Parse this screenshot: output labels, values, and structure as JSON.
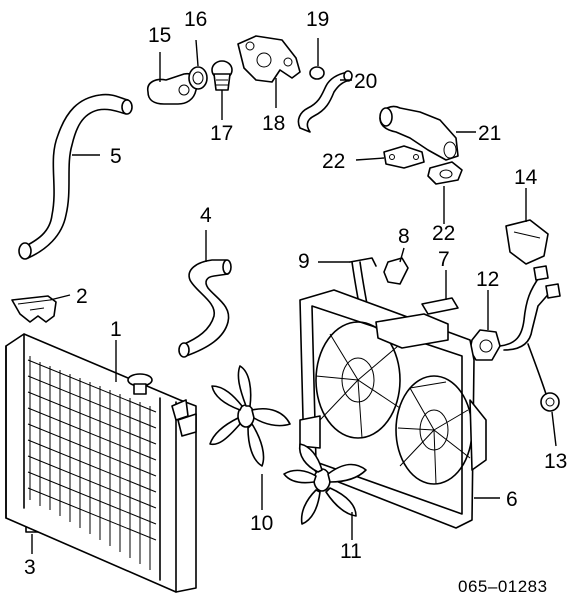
{
  "diagram": {
    "callouts": [
      "1",
      "2",
      "3",
      "4",
      "5",
      "6",
      "7",
      "8",
      "9",
      "10",
      "11",
      "12",
      "13",
      "14",
      "15",
      "16",
      "17",
      "18",
      "19",
      "20",
      "21",
      "22",
      "22"
    ],
    "part_code": "065–01283"
  }
}
